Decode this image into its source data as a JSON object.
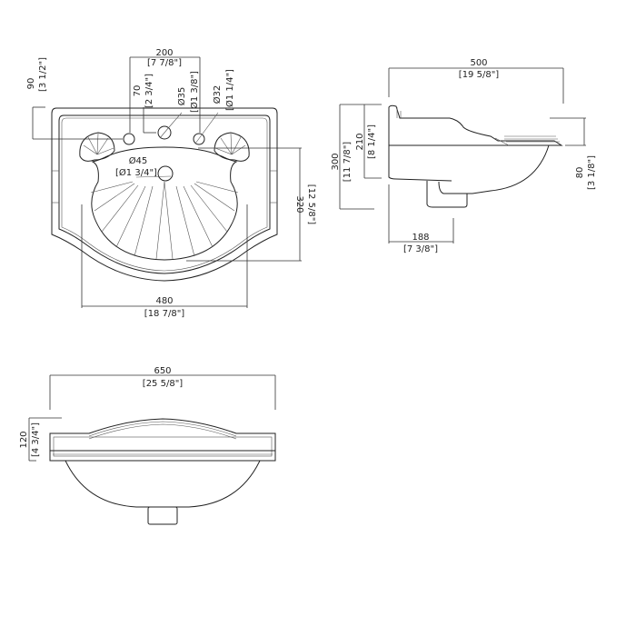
{
  "top_view": {
    "width_between_taps": {
      "mm": "200",
      "in": "[7 7/8\"]"
    },
    "back_to_tap": {
      "mm": "90",
      "in": "[3 1/2\"]"
    },
    "back_to_center_hole": {
      "mm": "70",
      "in": "[2 3/4\"]"
    },
    "center_hole": {
      "mm": "Ø35",
      "in": "[Ø1 3/8\"]"
    },
    "side_hole": {
      "mm": "Ø32",
      "in": "[Ø1 1/4\"]"
    },
    "drain": {
      "mm": "Ø45",
      "in": "[Ø1 3/4\"]"
    },
    "bowl_depth": {
      "mm": "320",
      "in": "[12 5/8\"]"
    },
    "bowl_width": {
      "mm": "480",
      "in": "[18 7/8\"]"
    }
  },
  "side_view": {
    "depth": {
      "mm": "500",
      "in": "[19 5/8\"]"
    },
    "height": {
      "mm": "300",
      "in": "[11 7/8\"]"
    },
    "rim_height": {
      "mm": "210",
      "in": "[8 1/4\"]"
    },
    "front_drop": {
      "mm": "80",
      "in": "[3 1/8\"]"
    },
    "waste_offset": {
      "mm": "188",
      "in": "[7 3/8\"]"
    }
  },
  "front_view": {
    "width": {
      "mm": "650",
      "in": "[25 5/8\"]"
    },
    "rim_height": {
      "mm": "120",
      "in": "[4 3/4\"]"
    }
  }
}
